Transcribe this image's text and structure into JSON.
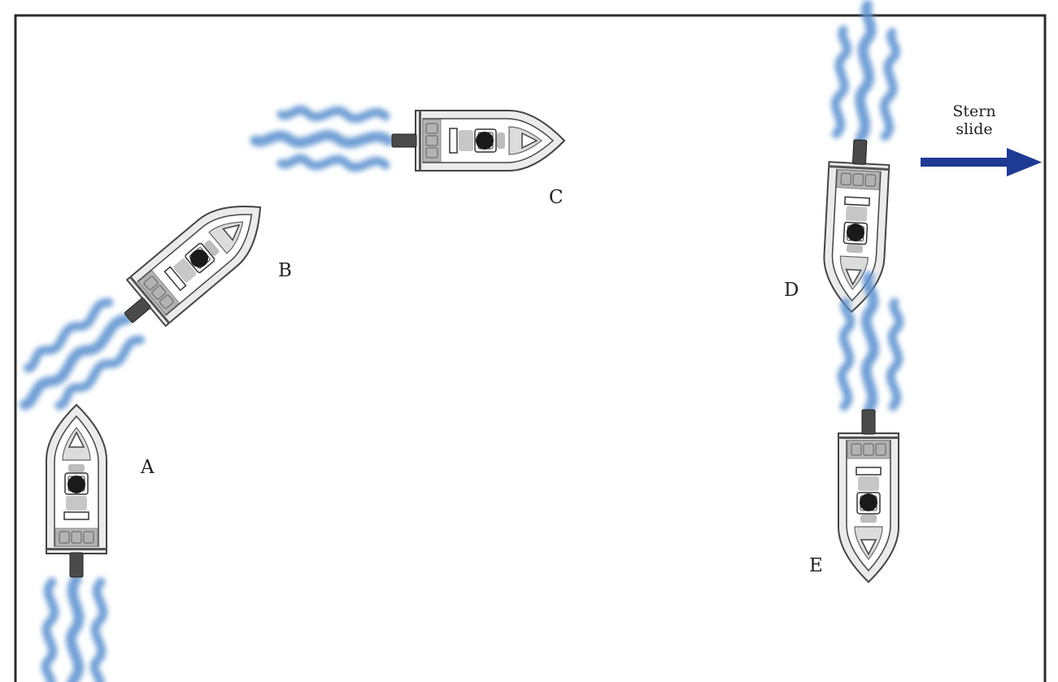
{
  "diagram": {
    "boats": [
      {
        "id": "A",
        "label": "A"
      },
      {
        "id": "B",
        "label": "B"
      },
      {
        "id": "C",
        "label": "C"
      },
      {
        "id": "D",
        "label": "D"
      },
      {
        "id": "E",
        "label": "E"
      }
    ],
    "annotation": {
      "line1": "Stern",
      "line2": "slide"
    },
    "colors": {
      "frame": "#2b2b2b",
      "hull_outer": "#ebebeb",
      "hull_stroke": "#444444",
      "deck": "#ffffff",
      "seat": "#a9a9a9",
      "engine": "#4a4a4a",
      "driver": "#1a1a1a",
      "wake": "#5b8fcf",
      "arrow": "#1f3a93"
    }
  }
}
